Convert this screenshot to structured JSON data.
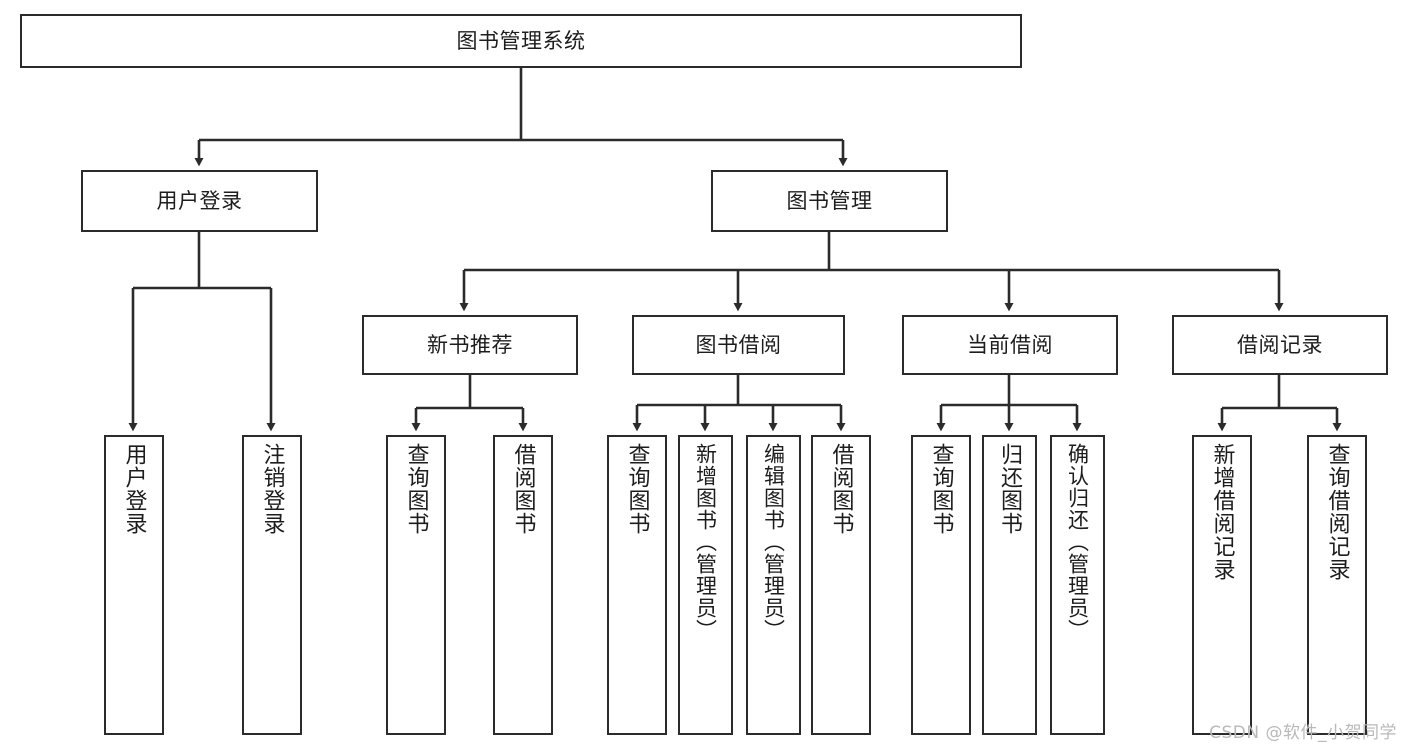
{
  "diagram": {
    "title": "图书管理系统",
    "type": "tree-hierarchy-diagram",
    "colors": {
      "box_border": "#2b2b2b",
      "box_fill": "#ffffff",
      "connector": "#2b2b2b",
      "text": "#1d1d1d",
      "watermark": "#b9b9b9"
    },
    "root": {
      "label": "图书管理系统"
    },
    "level2": [
      {
        "label": "用户登录"
      },
      {
        "label": "图书管理"
      }
    ],
    "level3": [
      {
        "label": "新书推荐"
      },
      {
        "label": "图书借阅"
      },
      {
        "label": "当前借阅"
      },
      {
        "label": "借阅记录"
      }
    ],
    "leaves": {
      "user_login": [
        {
          "label": "用户登录"
        },
        {
          "label": "注销登录"
        }
      ],
      "new_book_recommend": [
        {
          "label": "查询图书"
        },
        {
          "label": "借阅图书"
        }
      ],
      "book_borrow": [
        {
          "label": "查询图书"
        },
        {
          "label": "新增图书（管理员）"
        },
        {
          "label": "编辑图书（管理员）"
        },
        {
          "label": "借阅图书"
        }
      ],
      "current_borrow": [
        {
          "label": "查询图书"
        },
        {
          "label": "归还图书"
        },
        {
          "label": "确认归还（管理员）"
        }
      ],
      "borrow_record": [
        {
          "label": "新增借阅记录"
        },
        {
          "label": "查询借阅记录"
        }
      ]
    }
  },
  "watermark": {
    "text": "CSDN @软件_小贺同学"
  }
}
